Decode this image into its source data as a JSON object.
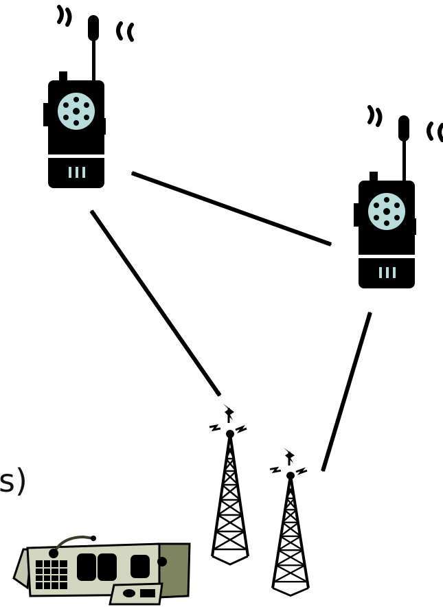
{
  "diagram": {
    "partial_label": "s)",
    "nodes": [
      {
        "id": "radio-1",
        "kind": "handheld-radio"
      },
      {
        "id": "radio-2",
        "kind": "handheld-radio"
      },
      {
        "id": "tower-1",
        "kind": "radio-tower"
      },
      {
        "id": "tower-2",
        "kind": "radio-tower"
      },
      {
        "id": "dispatch-console",
        "kind": "control-console"
      }
    ],
    "links": [
      {
        "from": "radio-1",
        "to": "radio-2",
        "direction": "bidirectional"
      },
      {
        "from": "radio-1",
        "to": "tower-1",
        "direction": "bidirectional"
      },
      {
        "from": "radio-2",
        "to": "tower-2",
        "direction": "bidirectional"
      }
    ]
  },
  "colors": {
    "ink": "#000000",
    "speaker": "#b8dcdc",
    "console_body": "#d4d7c0",
    "console_side": "#7f8460",
    "background": "#ffffff"
  }
}
